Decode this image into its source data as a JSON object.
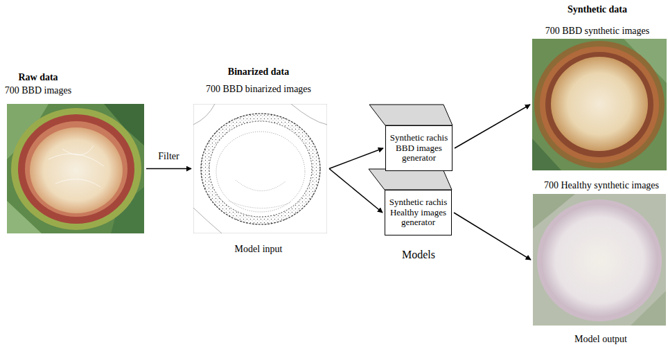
{
  "diagram": {
    "nodes": [
      {
        "text": [
          "Raw data",
          "700 BBD images"
        ]
      },
      {
        "text": [
          "Binarized data",
          "700 BBD binarized images",
          "Model input"
        ]
      },
      {
        "text": [
          "Synthetic rachis BBD images generator"
        ]
      },
      {
        "text": [
          "Synthetic rachis Healthy images generator"
        ]
      },
      {
        "text": [
          "700 BBD synthetic images"
        ]
      },
      {
        "text": [
          "700 Healthy synthetic images",
          "Model output"
        ]
      }
    ],
    "edges": [
      {
        "from": 0,
        "to": 1,
        "label": "Filter",
        "arrow": "to"
      },
      {
        "from": 1,
        "to": 2,
        "arrow": "to"
      },
      {
        "from": 1,
        "to": 3,
        "arrow": "to"
      },
      {
        "from": 2,
        "to": 4,
        "arrow": "to"
      },
      {
        "from": 3,
        "to": 5,
        "arrow": "to"
      }
    ],
    "labels": [
      "Synthetic data",
      "Models"
    ]
  }
}
